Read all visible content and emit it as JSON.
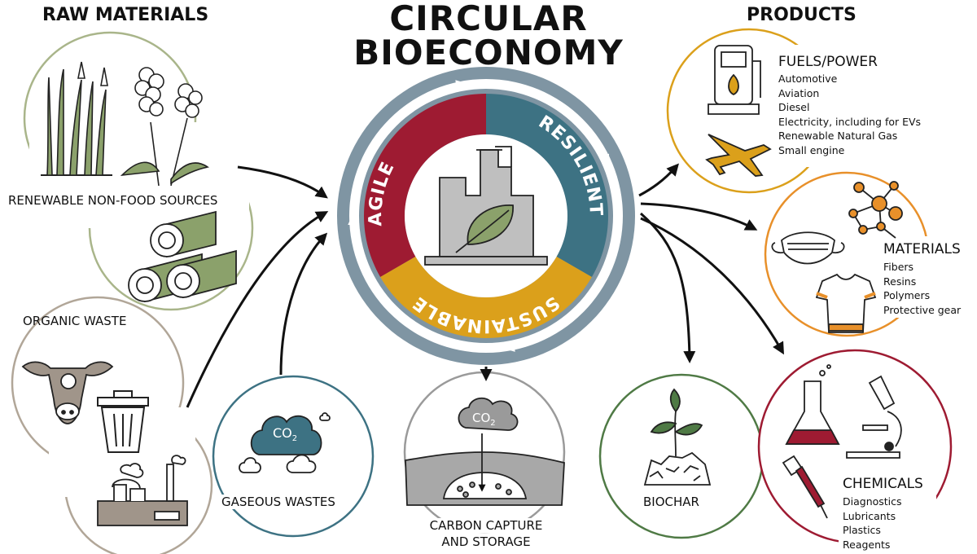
{
  "title": {
    "line1": "CIRCULAR",
    "line2": "BIOECONOMY"
  },
  "raw_materials": {
    "heading": "RAW MATERIALS",
    "renewable_label": "RENEWABLE NON-FOOD SOURCES",
    "organic_label": "ORGANIC WASTE",
    "gaseous_label": "GASEOUS WASTES",
    "co2_label": "CO",
    "co2_subscript": "2"
  },
  "center": {
    "segments": [
      "AGILE",
      "RESILIENT",
      "SUSTAINABLE"
    ],
    "colors": {
      "agile": "#9e1b32",
      "resilient": "#3d7283",
      "sustainable": "#dba01b",
      "ring": "#7f95a3"
    }
  },
  "carbon": {
    "line1": "CARBON CAPTURE",
    "line2": "AND STORAGE",
    "co2_label": "CO",
    "co2_subscript": "2"
  },
  "products": {
    "heading": "PRODUCTS",
    "fuels": {
      "title": "FUELS/POWER",
      "items": [
        "Automotive",
        "Aviation",
        "Diesel",
        "Electricity, including for EVs",
        "Renewable Natural Gas",
        "Small engine"
      ]
    },
    "materials": {
      "title": "MATERIALS",
      "items": [
        "Fibers",
        "Resins",
        "Polymers",
        "Protective gear"
      ]
    },
    "biochar": {
      "title": "BIOCHAR"
    },
    "chemicals": {
      "title": "CHEMICALS",
      "items": [
        "Diagnostics",
        "Lubricants",
        "Plastics",
        "Reagents"
      ]
    }
  },
  "colors": {
    "renewable": "#a9b58a",
    "organic": "#b1a698",
    "gaseous": "#3d7283",
    "carbon": "#9a9a9a",
    "fuels": "#dba01b",
    "materials": "#e8902a",
    "biochar": "#4f7a45",
    "chemicals": "#9e1b32"
  }
}
